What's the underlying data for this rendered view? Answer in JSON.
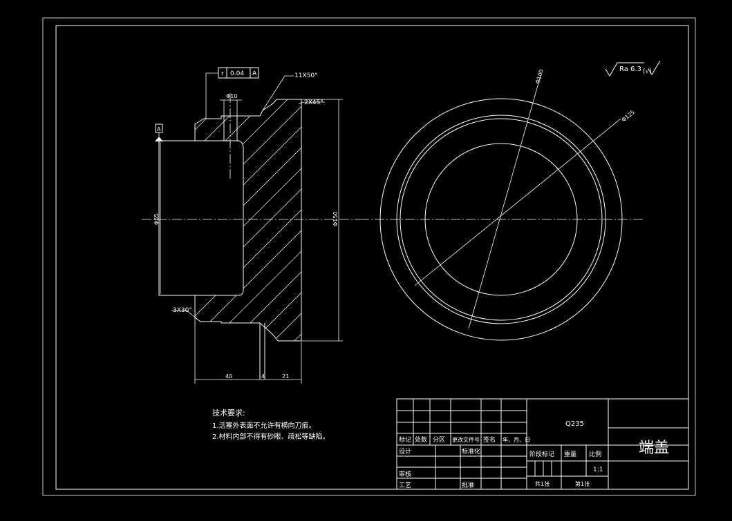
{
  "drawing": {
    "part_name": "端盖",
    "material": "Q235",
    "scale": "1:1",
    "roughness": "Ra 6.3",
    "roughness_suffix": "(√)"
  },
  "dimensions": {
    "tolerance_symbol": "r",
    "tolerance_value": "0.04",
    "datum_ref": "A",
    "datum_label": "A",
    "chamfer_top": "11X50°",
    "chamfer_right": "2X45°",
    "chamfer_bottom": "3X30°",
    "small_dia": "Φ10",
    "bore_dia": "Φ65",
    "outer_dia": "Φ150",
    "circle_dia_1": "Φ100",
    "circle_dia_2": "Φ125",
    "len_left": "40",
    "len_mid": "4",
    "len_right": "21"
  },
  "notes": {
    "title": "技术要求:",
    "items": [
      "1.活塞外表面不允许有横向刀痕。",
      "2.材料内部不得有砂眼、疏松等缺陷。"
    ]
  },
  "title_block": {
    "header_labels": [
      "标记",
      "处数",
      "分区",
      "更改文件号",
      "签名",
      "年、月、日"
    ],
    "design": "设计",
    "standardize": "标准化",
    "review": "审核",
    "process": "工艺",
    "approve": "批准",
    "stage_mark": "阶段标记",
    "weight": "重量",
    "scale_label": "比例",
    "sheets_total": "共1张",
    "sheet_no": "第1张"
  }
}
